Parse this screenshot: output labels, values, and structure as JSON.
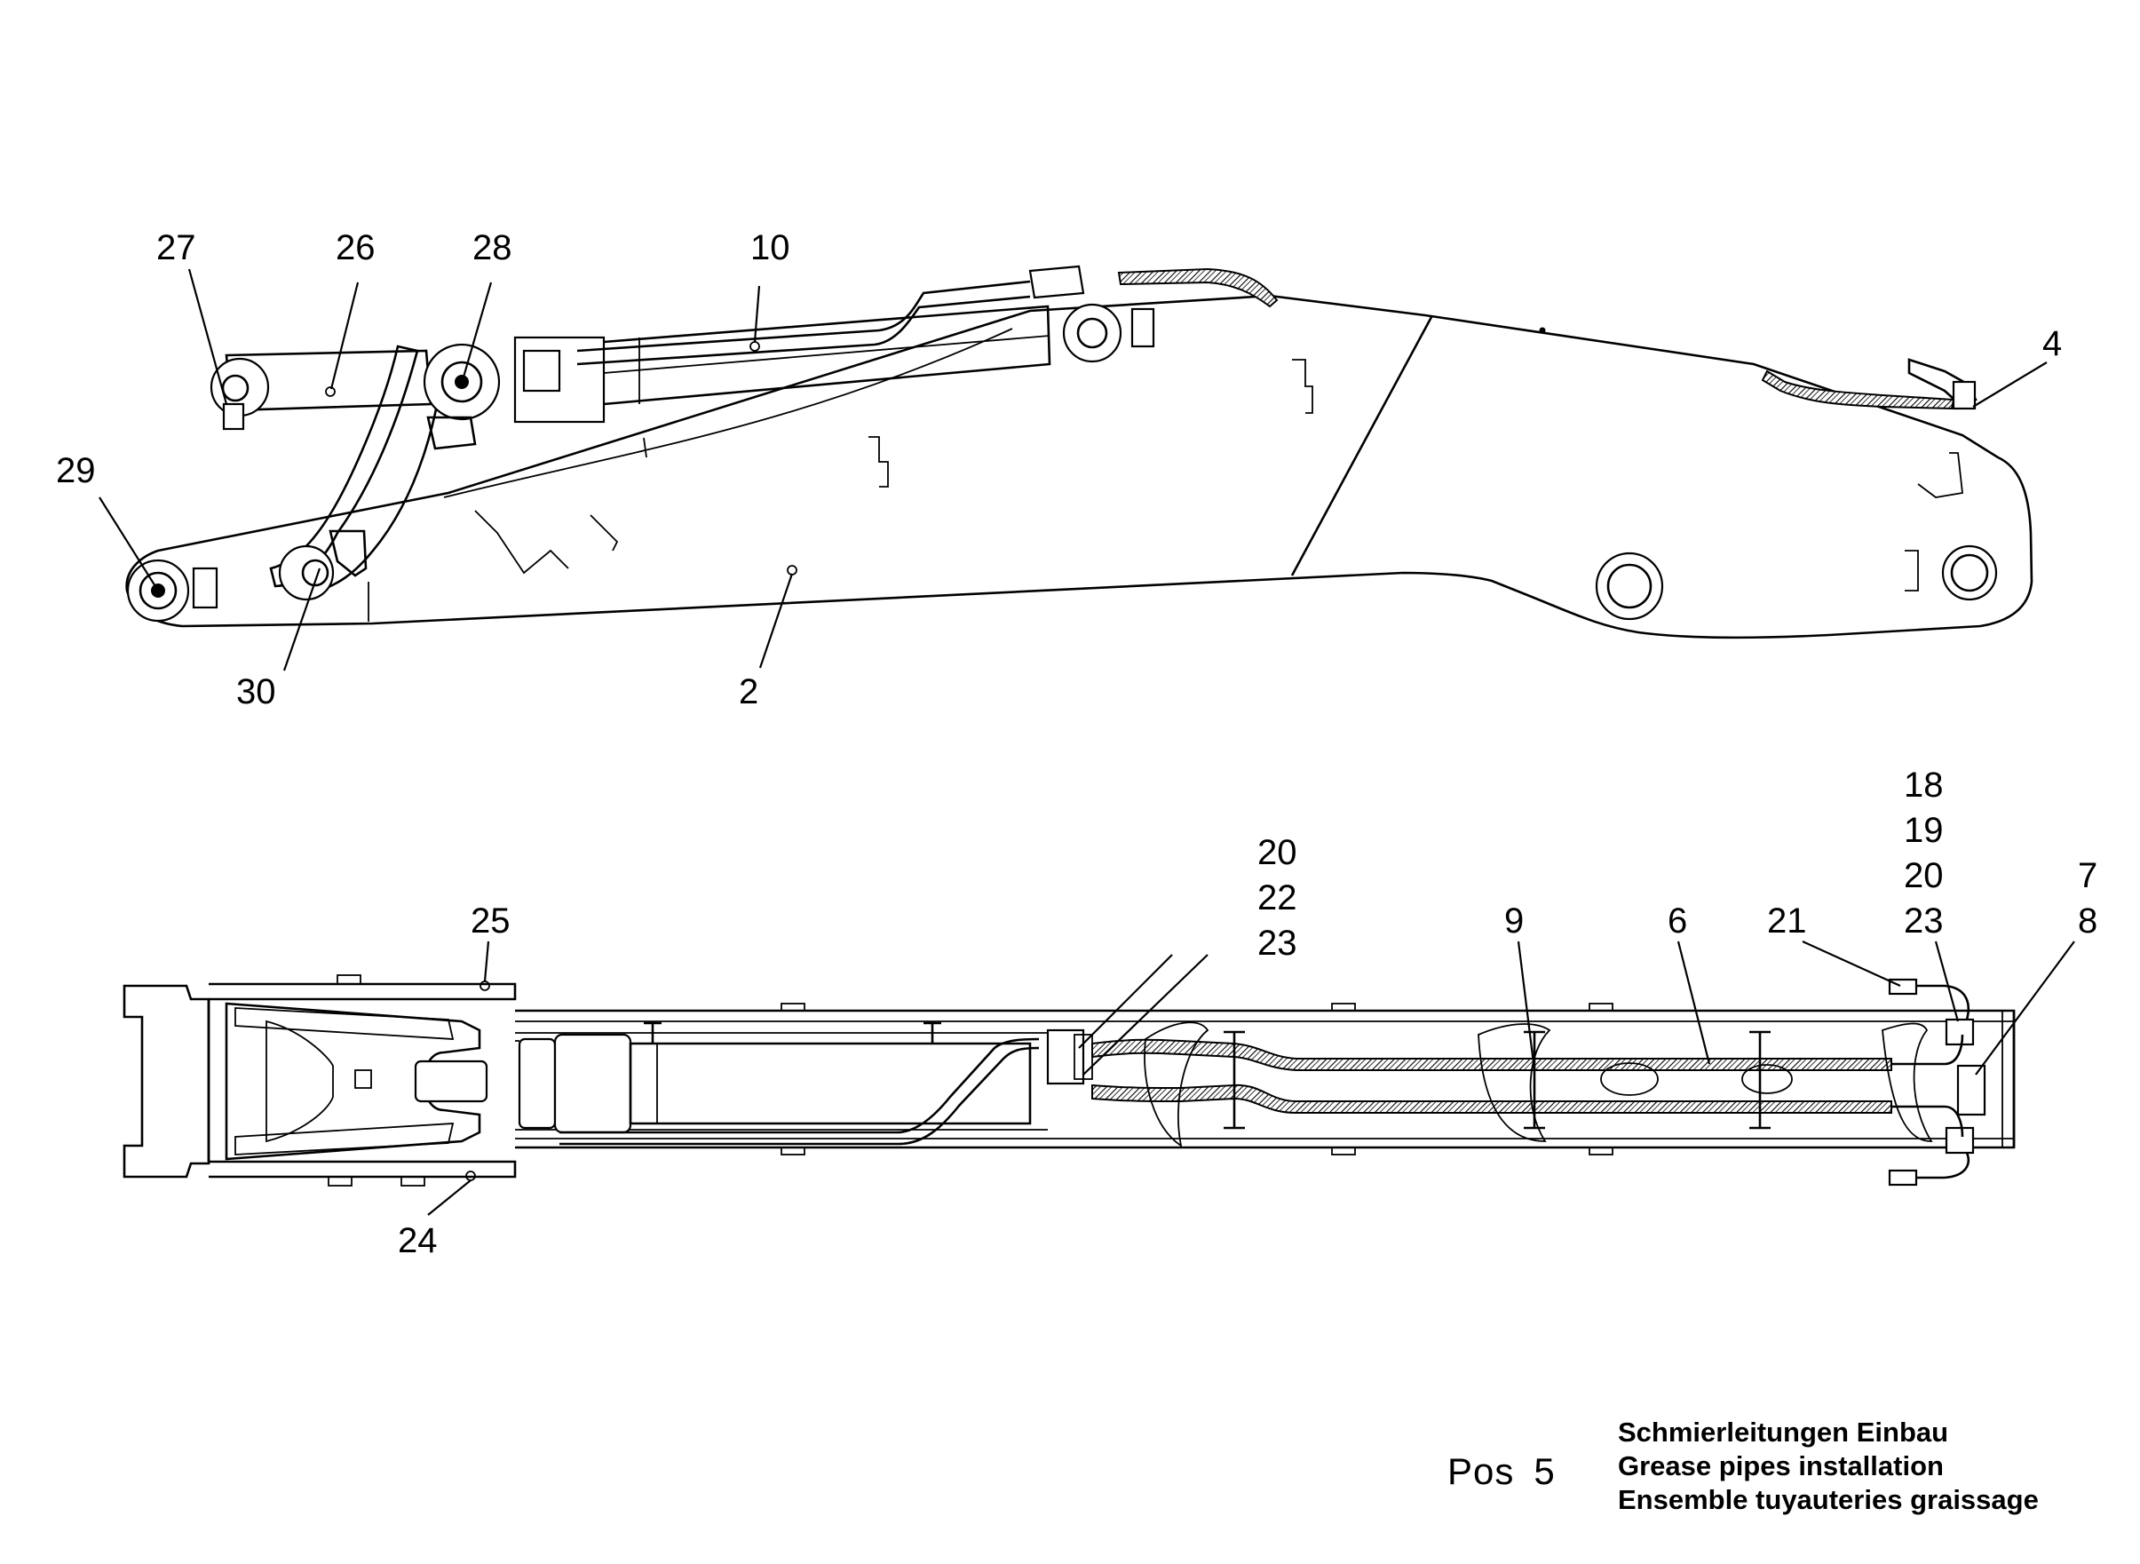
{
  "figure": {
    "pos_label": "Pos",
    "pos_number": "5",
    "title_de": "Schmierleitungen Einbau",
    "title_en": "Grease pipes installation",
    "title_fr": "Ensemble tuyauteries graissage"
  },
  "side_view": {
    "callouts": {
      "c27": "27",
      "c26": "26",
      "c28": "28",
      "c10": "10",
      "c4": "4",
      "c29": "29",
      "c30": "30",
      "c2": "2"
    }
  },
  "top_view": {
    "callouts": {
      "c25": "25",
      "c24": "24",
      "g1_20": "20",
      "g1_22": "22",
      "g1_23": "23",
      "c9": "9",
      "c6": "6",
      "c21": "21",
      "g2_18": "18",
      "g2_19": "19",
      "g2_20": "20",
      "g2_23": "23",
      "c7": "7",
      "c8": "8"
    }
  }
}
